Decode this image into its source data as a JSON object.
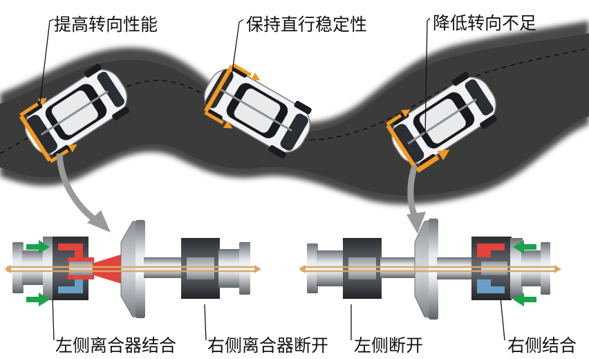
{
  "top_labels": [
    {
      "text": "提高转向性能"
    },
    {
      "text": "保持直行稳定性"
    },
    {
      "text": "降低转向不足"
    }
  ],
  "bottom_labels": [
    {
      "text": "左侧离合器结合"
    },
    {
      "text": "右侧离合器断开"
    },
    {
      "text": "左侧断开"
    },
    {
      "text": "右侧结合"
    }
  ],
  "colors": {
    "road": "#404040",
    "car_body": "#eef0f2",
    "arrow_orange": "#f39a1e",
    "arrow_green": "#1aa34a",
    "arrow_gray": "#9a9a9a",
    "clutch_red": "#e2433a",
    "clutch_blue": "#6aa0c8",
    "metal": "#b8bcc2",
    "axis_tan": "#d8a868"
  }
}
